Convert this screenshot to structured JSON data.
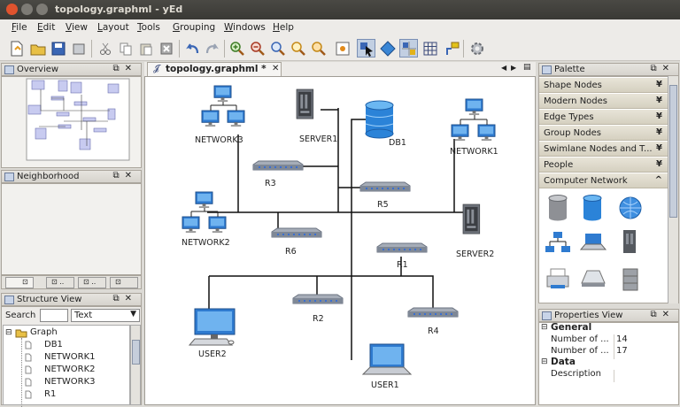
{
  "window": {
    "title": "topology.graphml - yEd"
  },
  "menu": [
    {
      "label": "File",
      "u": "F",
      "rest": "ile"
    },
    {
      "label": "Edit",
      "u": "E",
      "rest": "dit"
    },
    {
      "label": "View",
      "u": "V",
      "rest": "iew"
    },
    {
      "label": "Layout",
      "u": "L",
      "rest": "ayout"
    },
    {
      "label": "Tools",
      "u": "T",
      "rest": "ools"
    },
    {
      "label": "Grouping",
      "u": "G",
      "rest": "rouping"
    },
    {
      "label": "Windows",
      "u": "W",
      "rest": "indows"
    },
    {
      "label": "Help",
      "u": "H",
      "rest": "elp"
    }
  ],
  "overview": {
    "title": "Overview"
  },
  "neighborhood": {
    "title": "Neighborhood"
  },
  "structure": {
    "title": "Structure View",
    "search_label": "Search",
    "search_value": "",
    "filter_value": "Text",
    "tree": [
      {
        "label": "Graph",
        "level": 0
      },
      {
        "label": "DB1",
        "level": 1
      },
      {
        "label": "NETWORK1",
        "level": 1
      },
      {
        "label": "NETWORK2",
        "level": 1
      },
      {
        "label": "NETWORK3",
        "level": 1
      },
      {
        "label": "R1",
        "level": 1
      }
    ]
  },
  "editor": {
    "tab_title": "topology.graphml *"
  },
  "nodes": {
    "network3": "NETWORK3",
    "server1": "SERVER1",
    "db1": "DB1",
    "network1": "NETWORK1",
    "r3": "R3",
    "r5": "R5",
    "network2": "NETWORK2",
    "r6": "R6",
    "server2": "SERVER2",
    "r1": "R1",
    "user2": "USER2",
    "r2": "R2",
    "r4": "R4",
    "user1": "USER1"
  },
  "palette": {
    "title": "Palette",
    "categories": [
      {
        "label": "Shape Nodes",
        "chev": "¥"
      },
      {
        "label": "Modern Nodes",
        "chev": "¥"
      },
      {
        "label": "Edge Types",
        "chev": "¥"
      },
      {
        "label": "Group Nodes",
        "chev": "¥"
      },
      {
        "label": "Swimlane Nodes and T...",
        "chev": "¥"
      },
      {
        "label": "People",
        "chev": "¥"
      },
      {
        "label": "Computer Network",
        "chev": "^"
      }
    ]
  },
  "properties": {
    "title": "Properties View",
    "sections": [
      {
        "name": "General",
        "rows": [
          {
            "key": "Number of ...",
            "value": "14"
          },
          {
            "key": "Number of ...",
            "value": "17"
          }
        ]
      },
      {
        "name": "Data",
        "rows": [
          {
            "key": "Description",
            "value": ""
          }
        ]
      }
    ]
  }
}
